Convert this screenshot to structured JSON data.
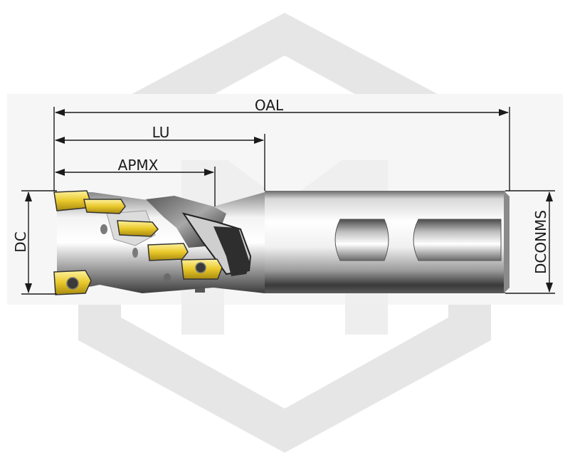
{
  "dimensions": {
    "oal": "OAL",
    "lu": "LU",
    "apmx": "APMX",
    "dc": "DC",
    "dconms": "DCONMS"
  },
  "colors": {
    "watermark": "#e6e6e6",
    "insert_yellow": "#e9c82a",
    "insert_dark": "#3a3a3a",
    "body_light": "#f2f2f2",
    "body_dark": "#4a4a4a",
    "dimension_line": "#1a1a1a"
  }
}
